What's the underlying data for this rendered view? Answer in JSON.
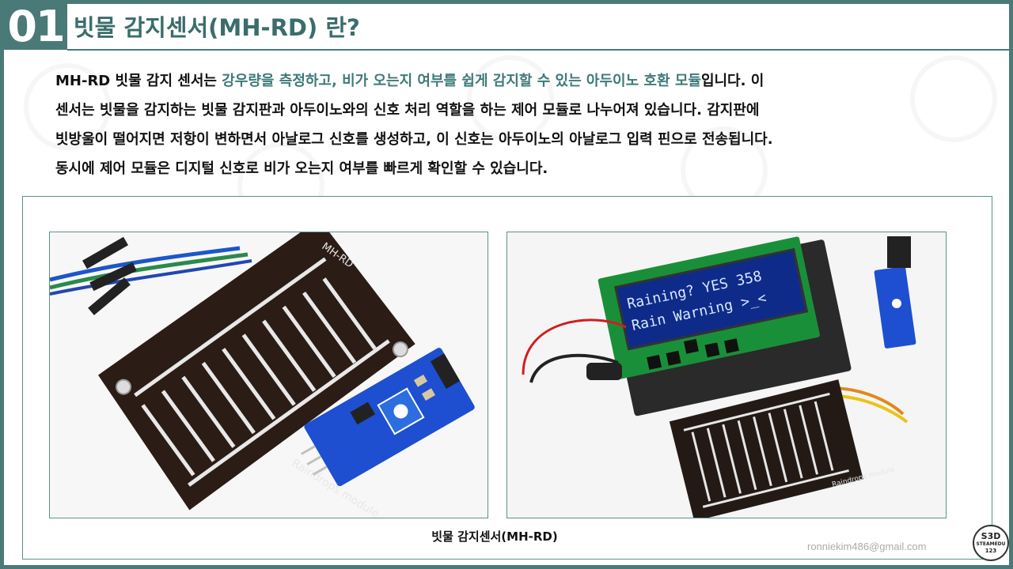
{
  "header": {
    "number": "01",
    "title": "빗물 감지센서(MH-RD) 란?"
  },
  "body": {
    "lines": [
      [
        "MH-RD 빗물 감지 센서는 ",
        "강우량을 측정하고, 비가 오는지 여부를 쉽게 감지할 수 있는 아두이노 호환 모듈",
        "입니다. 이"
      ],
      "센서는 빗물을 감지하는 빗물 감지판과 아두이노와의 신호 처리 역할을 하는 제어 모듈로 나누어져 있습니다. 감지판에",
      "빗방울이 떨어지면 저항이 변하면서 아날로그 신호를 생성하고, 이 신호는 아두이노의 아날로그 입력 핀으로 전송됩니다.",
      "동시에 제어 모듈은 디지털 신호로 비가 오는지 여부를 빠르게 확인할 수 있습니다."
    ]
  },
  "photos": {
    "left": {
      "board_label": "MH-RD",
      "board_edge_label": "Raindrops module"
    },
    "right": {
      "lcd_line1": "Raining? YES 358",
      "lcd_line2": "Rain Warning >_<",
      "board_edge_label": "Raindrops module"
    }
  },
  "caption": "빗물 감지센서(MH-RD)",
  "footer": {
    "email": "ronniekim486@gmail.com",
    "logo_top": "S3D",
    "logo_mid": "STEAMEDU",
    "logo_bot": "123"
  },
  "colors": {
    "theme": "#4a7a78",
    "highlight": "#3d7a78"
  }
}
